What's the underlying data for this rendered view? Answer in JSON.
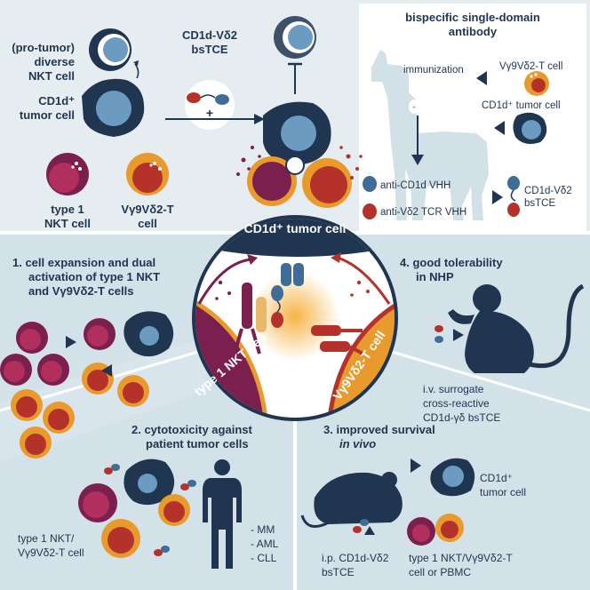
{
  "top_left": {
    "pro_tumor_line1": "(pro-tumor)",
    "pro_tumor_line2": "diverse",
    "pro_tumor_line3": "NKT cell",
    "cd1d_line1": "CD1d⁺",
    "cd1d_line2": "tumor cell",
    "bstce_line1": "CD1d-Vδ2",
    "bstce_line2": "bsTCE",
    "plus": "+",
    "type1_line1": "type 1",
    "type1_line2": "NKT cell",
    "vg9_line1": "Vγ9Vδ2-T",
    "vg9_line2": "cell"
  },
  "antibody_box": {
    "title_line1": "bispecific single-domain",
    "title_line2": "antibody",
    "immunization": "immunization",
    "vg9_cell": "Vγ9Vδ2-T cell",
    "cd1d_tumor": "CD1d⁺ tumor cell",
    "anti_cd1d": "anti-CD1d VHH",
    "anti_vd2": "anti-Vδ2 TCR VHH",
    "result_line1": "CD1d-Vδ2",
    "result_line2": "bsTCE"
  },
  "center": {
    "tumor_label": "CD1d⁺ tumor cell",
    "nkt_label": "type 1 NKT cell",
    "vg9_label": "Vγ9Vδ2-T cell"
  },
  "section1": {
    "line1": "1. cell expansion and dual",
    "line2": "activation of type 1 NKT",
    "line3": "and Vγ9Vδ2-T cells"
  },
  "section2": {
    "line1": "2. cytotoxicity against",
    "line2": "patient tumor cells",
    "cells_line1": "type 1 NKT/",
    "cells_line2": "Vγ9Vδ2-T cell",
    "mm": "- MM",
    "aml": "- AML",
    "cll": "- CLL"
  },
  "section3": {
    "line1": "3. improved survival",
    "line2": "in vivo",
    "tumor_line1": "CD1d⁺",
    "tumor_line2": "tumor cell",
    "ip_line1": "i.p. CD1d-Vδ2",
    "ip_line2": "bsTCE",
    "pbmc_line1": "type 1 NKT/Vγ9Vδ2-T",
    "pbmc_line2": "cell or PBMC"
  },
  "section4": {
    "line1": "4. good tolerability",
    "line2": "in NHP",
    "iv_line1": "i.v. surrogate",
    "iv_line2": "cross-reactive",
    "iv_line3": "CD1d-γδ bsTCE"
  },
  "colors": {
    "navy": "#1f3550",
    "light_blue": "#6b9bc1",
    "maroon": "#7b1f4e",
    "orange": "#e89a2c",
    "red_vhh": "#b4322a",
    "bg_top": "#e6edf1",
    "bg_bottom": "#d5e3ea"
  }
}
